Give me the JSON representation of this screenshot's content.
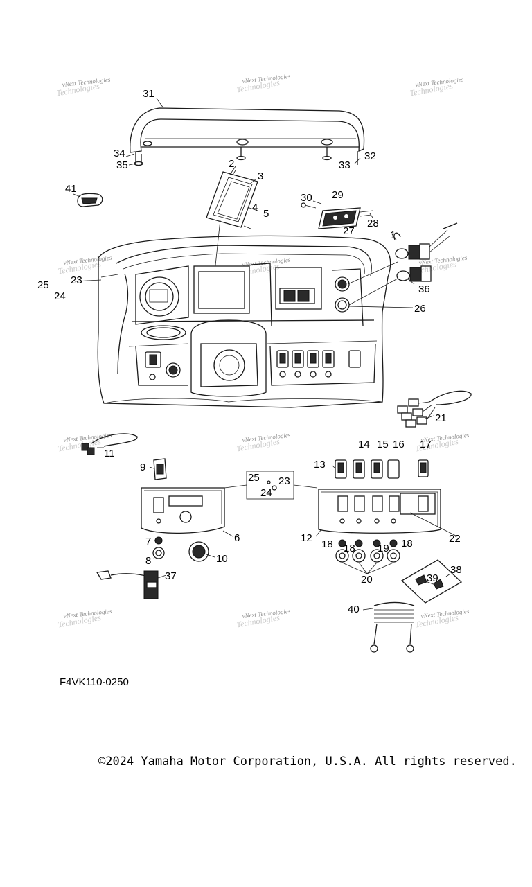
{
  "diagram": {
    "code": "F4VK110-0250",
    "copyright": "©2024 Yamaha Motor Corporation, U.S.A. All rights reserved.",
    "watermark_line1": "vNext Technologies",
    "watermark_line2": "Technologies"
  },
  "callouts": {
    "c1": "1",
    "c2": "2",
    "c3": "3",
    "c4": "4",
    "c5": "5",
    "c6": "6",
    "c7": "7",
    "c8": "8",
    "c9": "9",
    "c10": "10",
    "c11": "11",
    "c12": "12",
    "c13": "13",
    "c14": "14",
    "c15": "15",
    "c16": "16",
    "c17": "17",
    "c18": "18",
    "c19": "19",
    "c20": "20",
    "c21": "21",
    "c22": "22",
    "c23": "23",
    "c24": "24",
    "c25": "25",
    "c26": "26",
    "c27": "27",
    "c28": "28",
    "c29": "29",
    "c30": "30",
    "c31": "31",
    "c32": "32",
    "c33": "33",
    "c34": "34",
    "c35": "35",
    "c36": "36",
    "c37": "37",
    "c38": "38",
    "c39": "39",
    "c40": "40",
    "c41": "41"
  }
}
